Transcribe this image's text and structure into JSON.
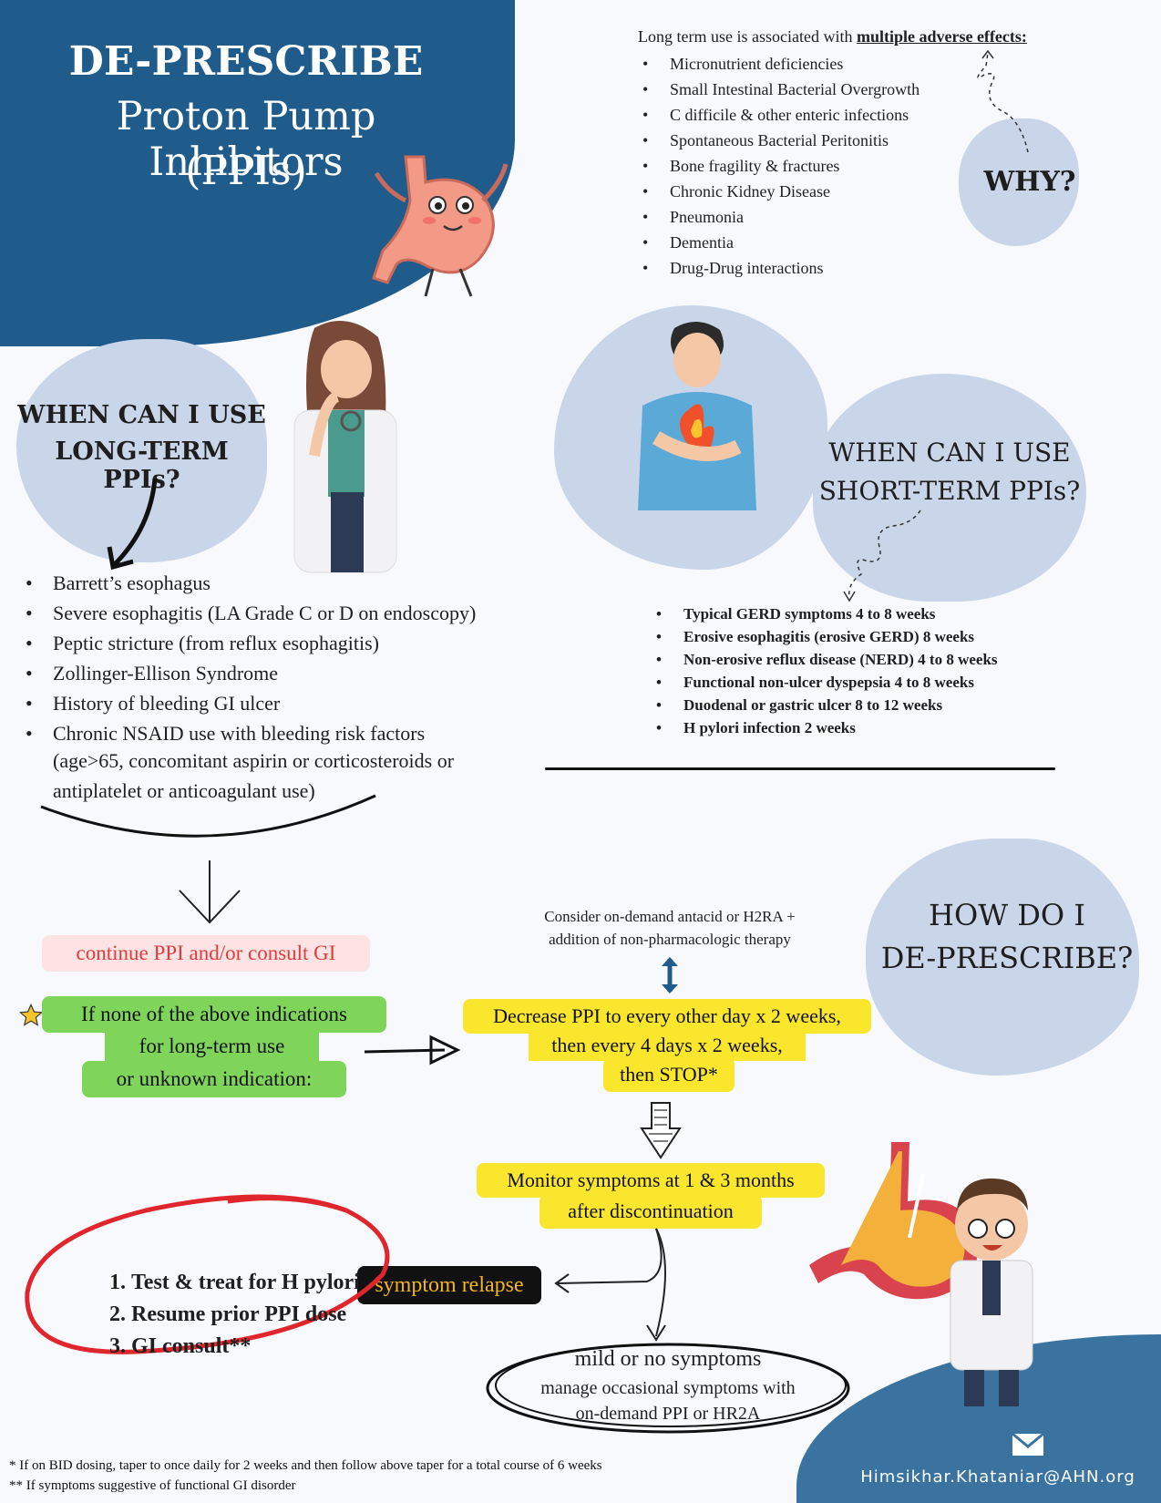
{
  "header": {
    "title_line1": "DE-PRESCRIBE",
    "title_line2": "Proton Pump Inhibitors",
    "title_line3": "(PPIs)"
  },
  "why": {
    "intro_prefix": "Long term use is associated with ",
    "intro_emphasis": "multiple adverse effects:",
    "items": [
      "Micronutrient deficiencies",
      "Small Intestinal Bacterial Overgrowth",
      "C difficile & other enteric infections",
      "Spontaneous Bacterial Peritonitis",
      "Bone fragility & fractures",
      "Chronic Kidney Disease",
      "Pneumonia",
      "Dementia",
      "Drug-Drug interactions"
    ],
    "label": "WHY?"
  },
  "long_term": {
    "heading_line1": "WHEN CAN I USE",
    "heading_line2": "LONG-TERM PPIs?",
    "items": [
      "Barrett’s esophagus",
      "Severe esophagitis (LA Grade C or D on endoscopy)",
      "Peptic stricture (from reflux esophagitis)",
      "Zollinger-Ellison Syndrome",
      "History of bleeding GI ulcer",
      "Chronic NSAID use with bleeding risk factors"
    ],
    "extra_line1": "(age>65, concomitant aspirin or corticosteroids or",
    "extra_line2": "antiplatelet or anticoagulant use)",
    "continue_label": "continue PPI and/or consult GI"
  },
  "short_term": {
    "heading_line1": "WHEN CAN I USE",
    "heading_line2": "SHORT-TERM PPIs?",
    "items": [
      "Typical GERD symptoms 4 to 8 weeks",
      "Erosive esophagitis (erosive GERD) 8 weeks",
      "Non-erosive reflux disease (NERD) 4 to 8 weeks",
      "Functional non-ulcer dyspepsia 4 to 8 weeks",
      "Duodenal or gastric ulcer 8 to 12 weeks",
      "H pylori infection 2 weeks"
    ]
  },
  "deprescribe": {
    "heading_line1": "HOW DO I",
    "heading_line2": "DE-PRESCRIBE?",
    "green_line1": "If  none of the above indications",
    "green_line2": "for long-term use",
    "green_line3": "or unknown indication:",
    "consider_line1": "Consider on-demand antacid or H2RA +",
    "consider_line2": "addition of non-pharmacologic therapy",
    "taper_line1": "Decrease PPI to every other day x 2 weeks,",
    "taper_line2": "then every 4 days x 2 weeks,",
    "taper_line3": "then STOP*",
    "monitor_line1": "Monitor symptoms at 1 & 3 months",
    "monitor_line2": "after discontinuation",
    "relapse_label": "symptom relapse",
    "relapse_steps": [
      "Test & treat for H pylori",
      "Resume prior PPI dose",
      "GI consult**"
    ],
    "mild_line1": "mild or no symptoms",
    "mild_line2": "manage occasional symptoms with",
    "mild_line3": "on-demand PPI or HR2A"
  },
  "footnotes": {
    "note1": "* If on BID dosing, taper to once daily for 2 weeks and then follow above taper for a total course of 6 weeks",
    "note2": "** If symptoms suggestive of functional GI disorder"
  },
  "contact": {
    "email": "Himsikhar.Khataniar@AHN.org"
  },
  "icons": {
    "mail": "envelope-icon",
    "star": "star-icon"
  },
  "colors": {
    "navy": "#1f5c8c",
    "blob": "#c9d5e8",
    "yellow": "#f9e62d",
    "green": "#7fd45a",
    "pink": "#fde3e3",
    "red_text": "#e23b3b",
    "relapse_text": "#f2b51b"
  }
}
